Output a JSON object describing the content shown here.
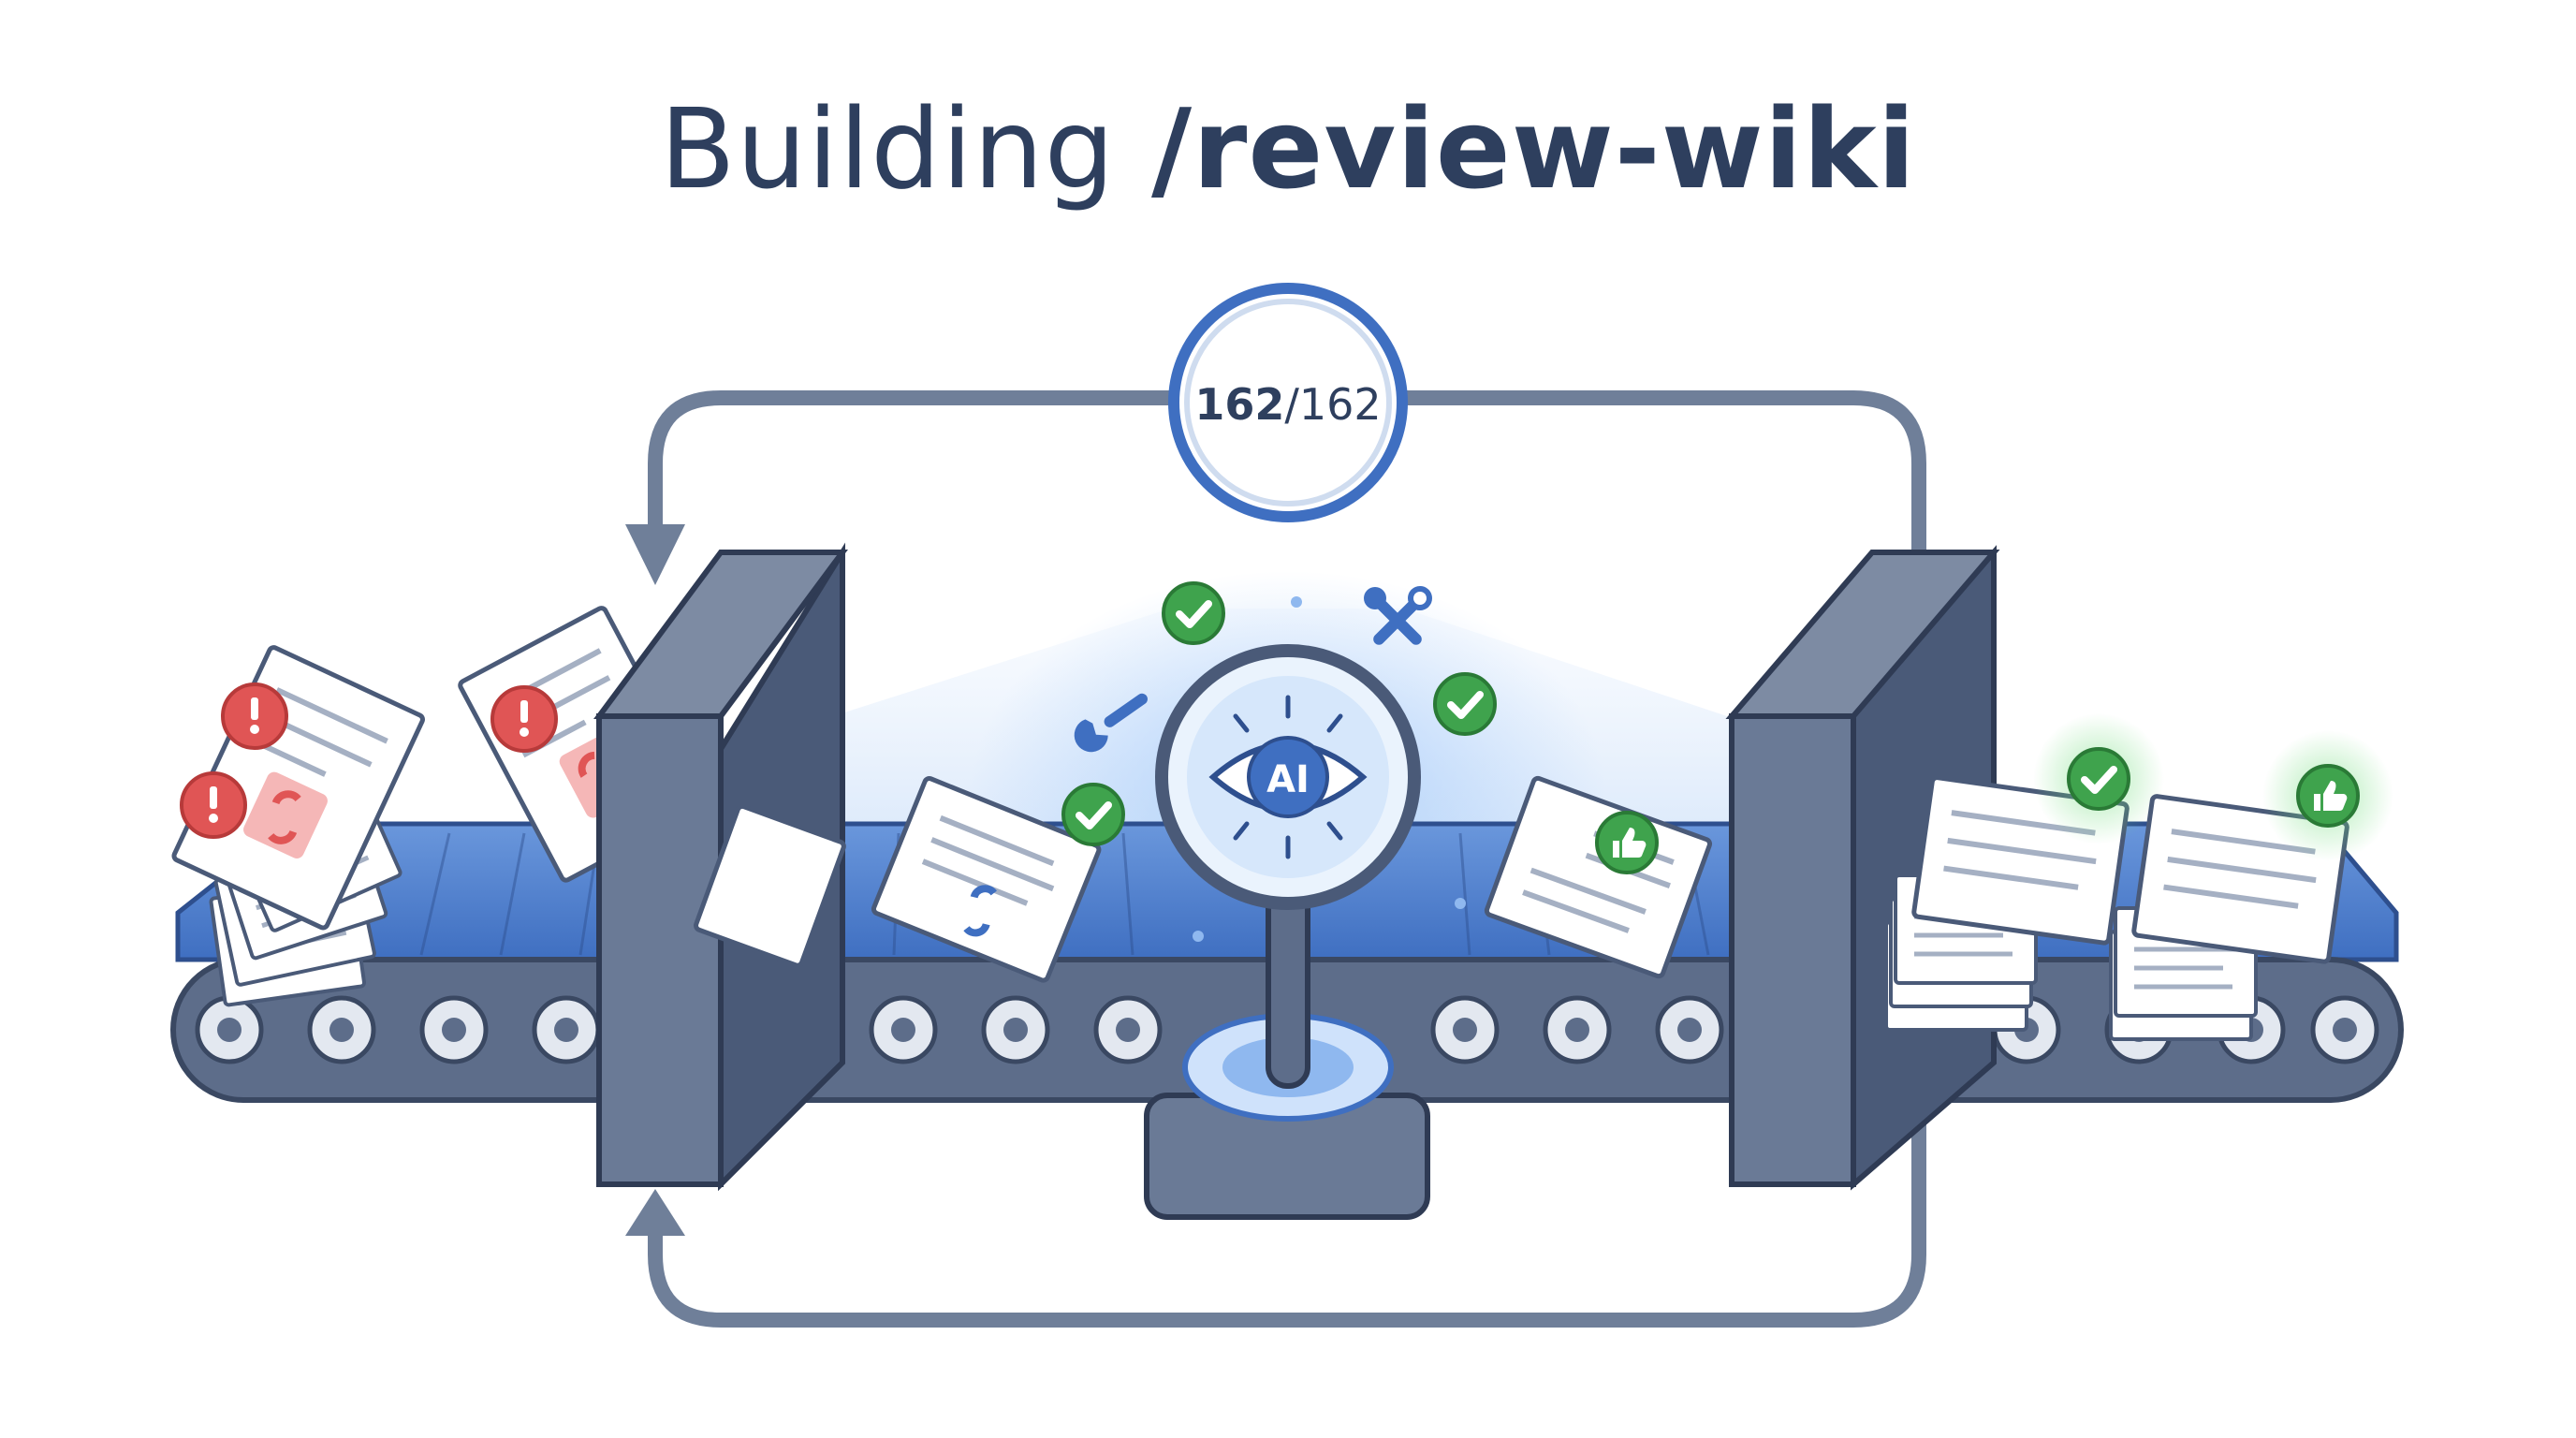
{
  "title": {
    "prefix": "Building",
    "command": "/review-wiki"
  },
  "counter": {
    "done": "162",
    "total": "/162"
  },
  "scanner": {
    "badge": "AI"
  },
  "icons": {
    "input_alerts": "exclamation-icon",
    "input_links": "broken-link-icon",
    "fixing": "wrench-icon",
    "tools": "crossed-tools-icon",
    "approved": "checkmark-icon",
    "liked": "thumbs-up-icon",
    "inspector": "magnifier-eye-icon"
  },
  "colors": {
    "title_text": "#2e3f5e",
    "belt_blue": "#4d7fd0",
    "frame_gray": "#5d6d8a",
    "loop_gray": "#6f7f99",
    "alert_red": "#e05555",
    "ok_green": "#3fa34d",
    "scan_glow": "#bcd7f7"
  }
}
